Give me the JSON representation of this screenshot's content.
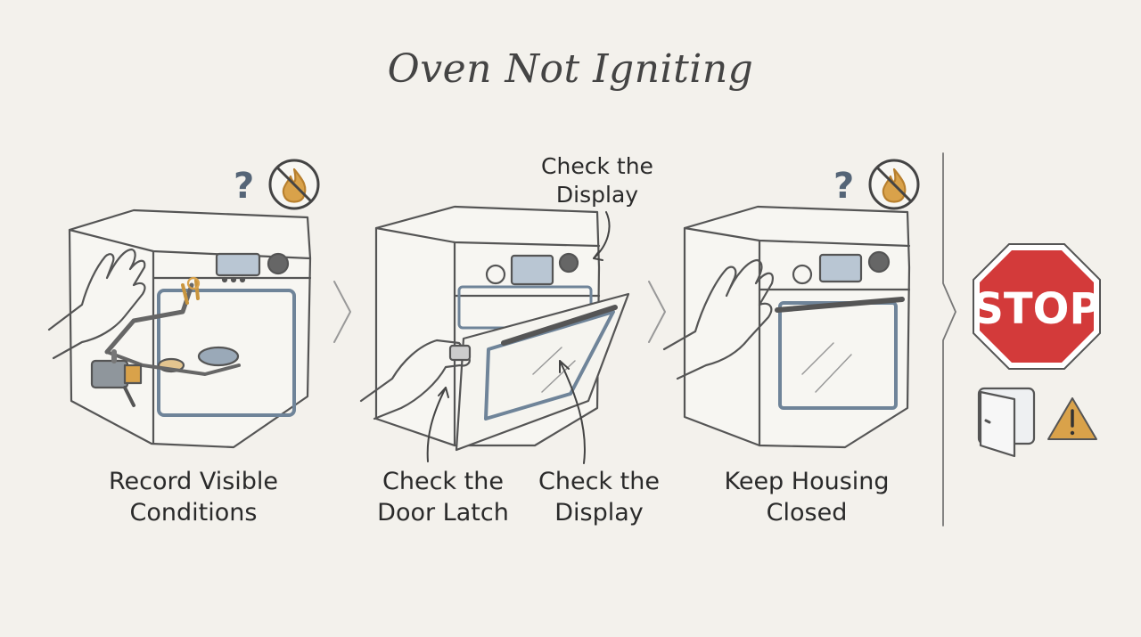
{
  "title": "Oven Not Igniting",
  "steps": [
    {
      "label_line1": "Record Visible",
      "label_line2": "Conditions",
      "icons": [
        "question-mark-icon",
        "no-flame-icon"
      ]
    },
    {
      "callout_line1": "Check the",
      "callout_line2": "Display",
      "label_a_line1": "Check the",
      "label_a_line2": "Door Latch",
      "label_b_line1": "Check the",
      "label_b_line2": "Display"
    },
    {
      "label_line1": "Keep Housing",
      "label_line2": "Closed",
      "icons": [
        "question-mark-icon",
        "no-flame-icon"
      ]
    }
  ],
  "stop": {
    "text": "STOP",
    "color": "#d33a3a"
  },
  "colors": {
    "line": "#555555",
    "accent": "#d9a24a",
    "blue": "#7f94a8",
    "warning": "#d9a24a"
  }
}
